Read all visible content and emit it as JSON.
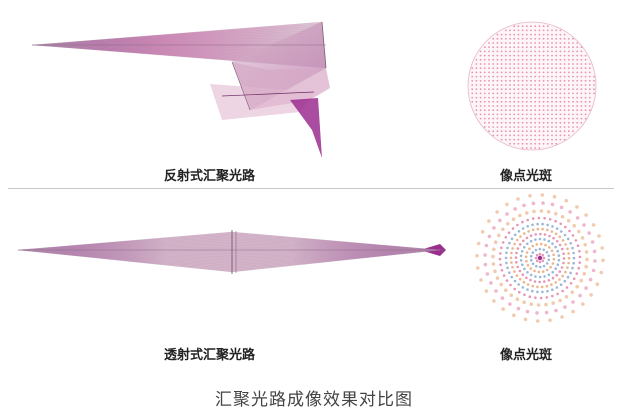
{
  "labels": {
    "reflective_path": "反射式汇聚光路",
    "spot_top": "像点光斑",
    "transmissive_path": "透射式汇聚光路",
    "spot_bottom": "像点光斑"
  },
  "caption": "汇聚光路成像效果对比图",
  "colors": {
    "ray_magenta": "#9b2d8f",
    "ray_pink": "#d889b8",
    "ray_gray": "#b9a3b3",
    "spot_pink": "#e17aa2",
    "spot_blue": "#7fa6cf",
    "spot_orange": "#e8a06b",
    "divider": "#c8c8c8"
  }
}
